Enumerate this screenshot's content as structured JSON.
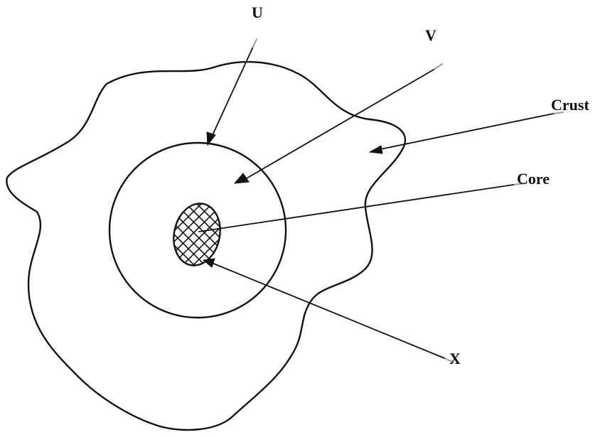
{
  "diagram": {
    "labels": {
      "u": "U",
      "v": "V",
      "crust": "Crust",
      "core": "Core",
      "x": "X"
    }
  }
}
